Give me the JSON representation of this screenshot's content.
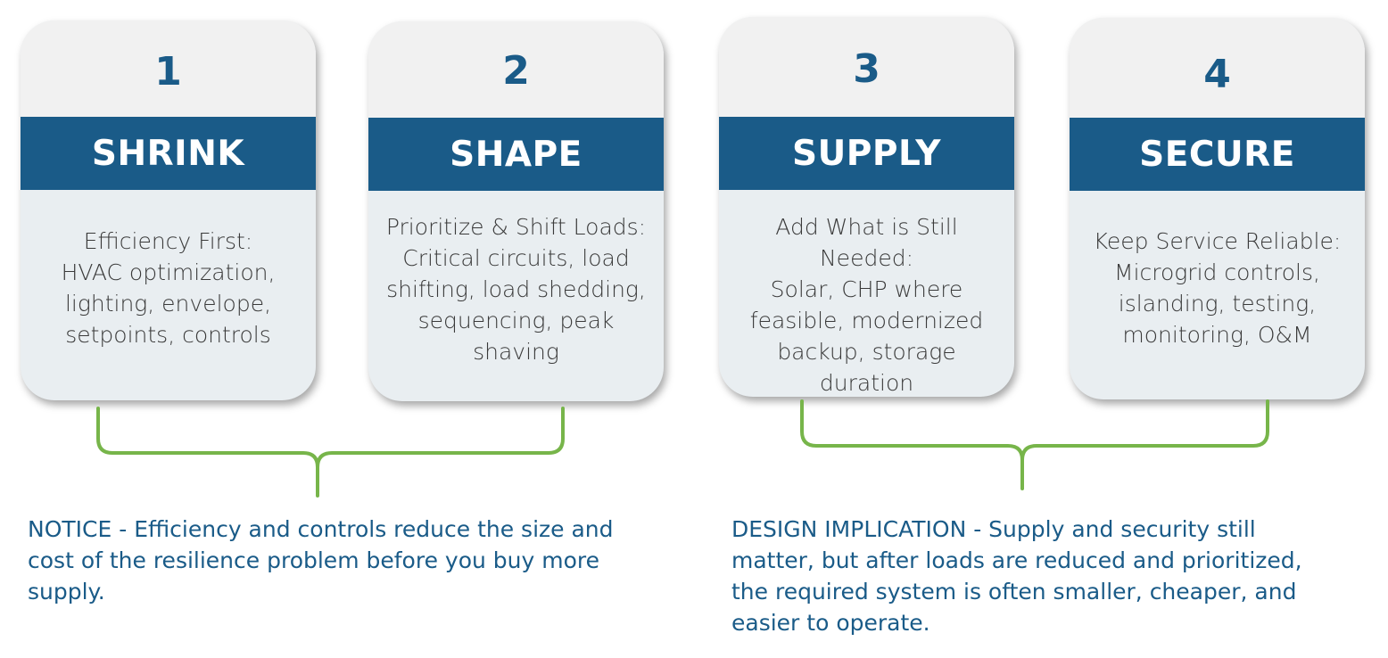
{
  "cards": [
    {
      "number": "1",
      "title": "SHRINK",
      "body_lines": [
        "Efficiency First:",
        "HVAC optimization,",
        "lighting, envelope,",
        "setpoints, controls"
      ]
    },
    {
      "number": "2",
      "title": "SHAPE",
      "body_lines": [
        "Prioritize & Shift Loads:",
        "Critical circuits, load",
        "shifting, load shedding,",
        "sequencing, peak",
        "shaving"
      ]
    },
    {
      "number": "3",
      "title": "SUPPLY",
      "body_lines": [
        "Add What is Still",
        "Needed:",
        "Solar, CHP where",
        "feasible, modernized",
        "backup, storage",
        "duration"
      ]
    },
    {
      "number": "4",
      "title": "SECURE",
      "body_lines": [
        "Keep Service Reliable:",
        "Microgrid controls,",
        "islanding, testing,",
        "monitoring, O&M"
      ]
    }
  ],
  "notes": {
    "notice": {
      "lines": [
        "NOTICE - Efficiency and controls reduce the size and",
        "cost of the resilience problem before you buy more",
        "supply."
      ]
    },
    "design": {
      "lines": [
        "DESIGN IMPLICATION - Supply and security still",
        "matter, but after loads are reduced and prioritized,",
        "the required system is often smaller, cheaper, and",
        "easier to operate."
      ]
    }
  },
  "colors": {
    "accent_blue": "#1a5b88",
    "bracket_green": "#77b54a",
    "card_top": "#f1f1f1",
    "card_body": "#e9eef1"
  }
}
